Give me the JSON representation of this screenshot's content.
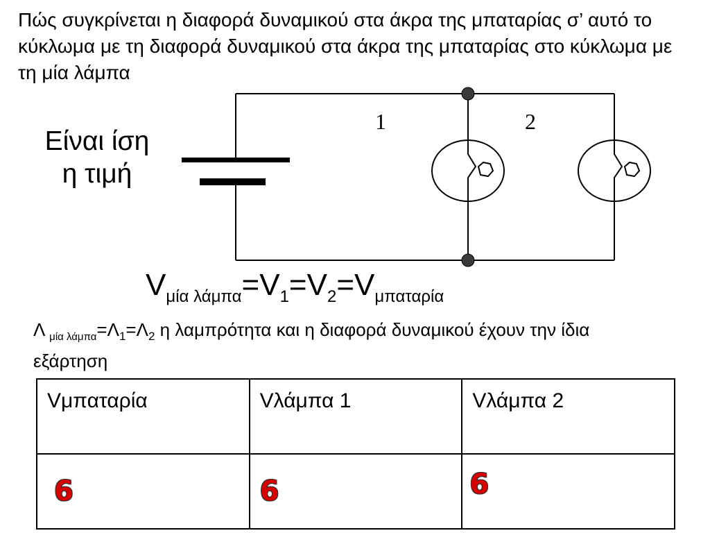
{
  "question": "Πώς συγκρίνεται η διαφορά δυναμικού στα άκρα της μπαταρίας σ’ αυτό το κύκλωμα με τη διαφορά δυναμικού στα άκρα της μπαταρίας στο κύκλωμα με τη μία λάμπα",
  "answer_line1": "Είναι ίση",
  "answer_line2": "η τιμή",
  "circuit": {
    "lamp1_label": "1",
    "lamp2_label": "2"
  },
  "equation": {
    "v": "V",
    "sub_one_lamp": "μία λάμπα",
    "eq": "=",
    "sub_1": "1",
    "sub_2": "2",
    "sub_battery": "μπαταρία"
  },
  "relation": {
    "lambda": "Λ",
    "sub_one_lamp": "μία λάμπα",
    "eq": "=",
    "sub_1": "1",
    "sub_2": "2",
    "text": " η λαμπρότητα και η διαφορά δυναμικού έχουν την ίδια εξάρτηση"
  },
  "table": {
    "headers": [
      "Vμπαταρία",
      "Vλάμπα 1",
      "Vλάμπα 2"
    ],
    "values": [
      "6",
      "6",
      "6"
    ],
    "value_color": "#d60000"
  }
}
